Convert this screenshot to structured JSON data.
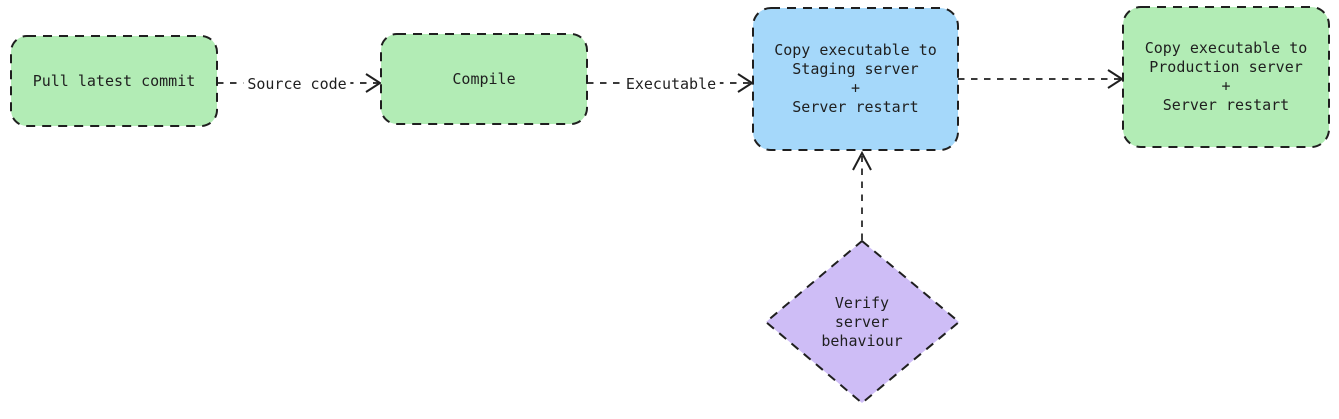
{
  "diagram": {
    "type": "flowchart",
    "direction": "left-to-right",
    "colors": {
      "background": "#ffffff",
      "line": "#1f1f1f",
      "text": "#1f1f1f",
      "node_green": "#b2ecb5",
      "node_blue": "#a5d8fa",
      "node_purple": "#cebdf6"
    },
    "nodes": [
      {
        "id": "pull-latest-commit",
        "shape": "rounded-rectangle",
        "fill_color": "#b2ecb5",
        "label": "Pull latest commit"
      },
      {
        "id": "compile",
        "shape": "rounded-rectangle",
        "fill_color": "#b2ecb5",
        "label": "Compile"
      },
      {
        "id": "copy-to-staging",
        "shape": "rounded-rectangle",
        "fill_color": "#a5d8fa",
        "label": "Copy executable to\nStaging server\n+\nServer restart"
      },
      {
        "id": "copy-to-production",
        "shape": "rounded-rectangle",
        "fill_color": "#b2ecb5",
        "label": "Copy executable to\nProduction server\n+\nServer restart"
      },
      {
        "id": "verify-server-behaviour",
        "shape": "diamond",
        "fill_color": "#cebdf6",
        "label": "Verify\nserver\nbehaviour"
      }
    ],
    "edges": [
      {
        "from": "pull-latest-commit",
        "to": "compile",
        "label": "Source code",
        "style": "dashed",
        "arrowhead": "open-chevron"
      },
      {
        "from": "compile",
        "to": "copy-to-staging",
        "label": "Executable",
        "style": "dashed",
        "arrowhead": "open-chevron"
      },
      {
        "from": "copy-to-staging",
        "to": "copy-to-production",
        "label": "",
        "style": "dashed",
        "arrowhead": "open-chevron"
      },
      {
        "from": "verify-server-behaviour",
        "to": "copy-to-staging",
        "label": "",
        "style": "dashed",
        "arrowhead": "open-chevron"
      }
    ]
  }
}
